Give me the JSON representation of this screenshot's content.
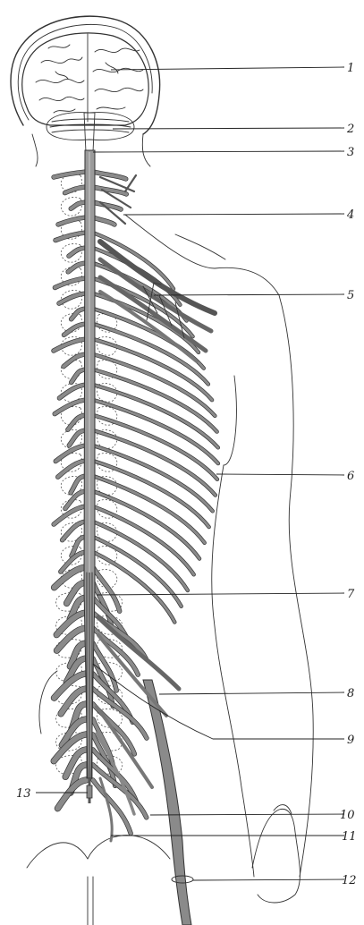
{
  "figure": {
    "callouts": [
      {
        "id": "1",
        "label": "1"
      },
      {
        "id": "2",
        "label": "2"
      },
      {
        "id": "3",
        "label": "3"
      },
      {
        "id": "4",
        "label": "4"
      },
      {
        "id": "5",
        "label": "5"
      },
      {
        "id": "6",
        "label": "6"
      },
      {
        "id": "7",
        "label": "7"
      },
      {
        "id": "8",
        "label": "8"
      },
      {
        "id": "9",
        "label": "9"
      },
      {
        "id": "10",
        "label": "10"
      },
      {
        "id": "11",
        "label": "11"
      },
      {
        "id": "12",
        "label": "12"
      },
      {
        "id": "13",
        "label": "13"
      }
    ],
    "colors": {
      "ink": "#333333",
      "nerve_fill": "#8a8a8a",
      "background": "#ffffff"
    }
  }
}
